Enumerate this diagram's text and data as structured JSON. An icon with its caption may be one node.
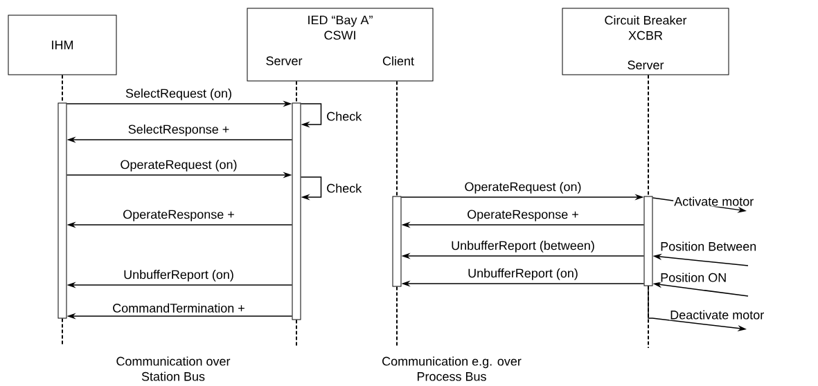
{
  "diagram": {
    "nodes": [
      {
        "text": [
          "IHM"
        ]
      },
      {
        "text": [
          "IED “Bay A” CSWI",
          "Server",
          "Client"
        ]
      },
      {
        "text": [
          "Circuit Breaker XCBR",
          "Server"
        ]
      },
      {
        "text": [],
        "shape": "bar"
      },
      {
        "text": [],
        "shape": "bar"
      },
      {
        "text": [],
        "shape": "bar"
      },
      {
        "text": [],
        "shape": "bar"
      }
    ],
    "edges": [
      {
        "from": 0,
        "to": 3,
        "arrow": "none",
        "style": "dashed"
      },
      {
        "from": 3,
        "to": null,
        "arrow": "none",
        "style": "dashed"
      },
      {
        "from": 1,
        "to": 4,
        "arrow": "none",
        "style": "dashed"
      },
      {
        "from": 4,
        "to": null,
        "arrow": "none",
        "style": "dashed"
      },
      {
        "from": 1,
        "to": 5,
        "arrow": "none",
        "style": "dashed"
      },
      {
        "from": 5,
        "to": null,
        "arrow": "none",
        "style": "dashed"
      },
      {
        "from": 2,
        "to": 6,
        "arrow": "none",
        "style": "dashed"
      },
      {
        "from": 6,
        "to": null,
        "arrow": "none",
        "style": "dashed"
      },
      {
        "from": 3,
        "to": 4,
        "arrow": "to",
        "label": "SelectRequest (on)"
      },
      {
        "from": 4,
        "to": 4,
        "arrow": "to",
        "label": "Check"
      },
      {
        "from": 4,
        "to": 3,
        "arrow": "to",
        "label": "SelectResponse +"
      },
      {
        "from": 3,
        "to": 4,
        "arrow": "to",
        "label": "OperateRequest (on)"
      },
      {
        "from": 4,
        "to": 4,
        "arrow": "to",
        "label": "Check"
      },
      {
        "from": 5,
        "to": 6,
        "arrow": "to",
        "label": "OperateRequest (on)"
      },
      {
        "from": 6,
        "to": null,
        "arrow": "to",
        "label": "Activate motor"
      },
      {
        "from": 4,
        "to": 3,
        "arrow": "to",
        "label": "OperateResponse +"
      },
      {
        "from": 6,
        "to": 5,
        "arrow": "to",
        "label": "OperateResponse +"
      },
      {
        "from": 6,
        "to": 5,
        "arrow": "to",
        "label": "UnbufferReport (between)"
      },
      {
        "from": null,
        "to": 6,
        "arrow": "to",
        "label": "Position Between"
      },
      {
        "from": 4,
        "to": 3,
        "arrow": "to",
        "label": "UnbufferReport (on)"
      },
      {
        "from": 6,
        "to": 5,
        "arrow": "to",
        "label": "UnbufferReport (on)"
      },
      {
        "from": null,
        "to": 6,
        "arrow": "to",
        "label": "Position ON"
      },
      {
        "from": 4,
        "to": 3,
        "arrow": "to",
        "label": "CommandTermination +"
      },
      {
        "from": 6,
        "to": null,
        "arrow": "to",
        "label": "Deactivate motor"
      }
    ],
    "labels": [
      "Communication over Station Bus",
      "Communication e.g. over Process Bus"
    ]
  }
}
